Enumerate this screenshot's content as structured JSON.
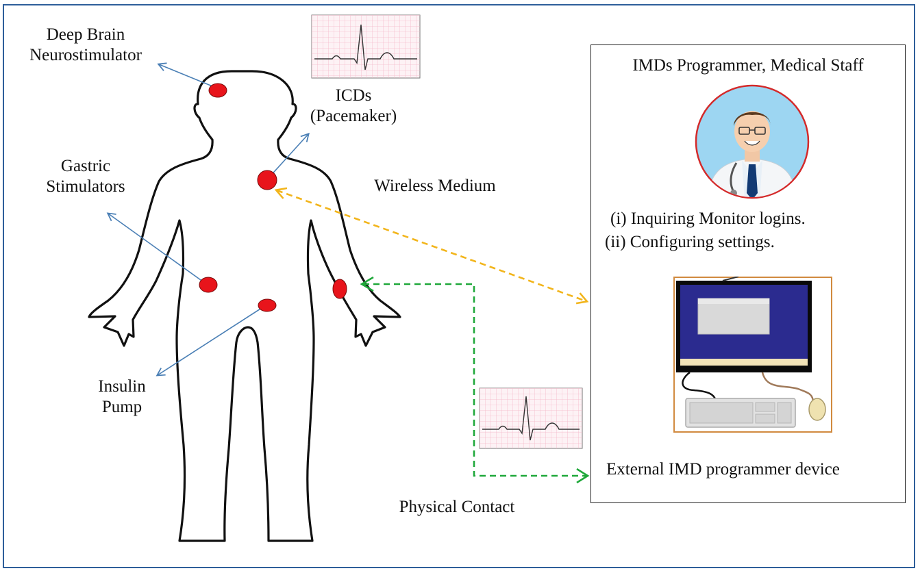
{
  "implants": {
    "brain": "Deep Brain Neurostimulator",
    "brain_line1": "Deep Brain",
    "brain_line2": "Neurostimulator",
    "icd_line1": "ICDs",
    "icd_line2": "(Pacemaker)",
    "gastric_line1": "Gastric",
    "gastric_line2": "Stimulators",
    "insulin_line1": "Insulin",
    "insulin_line2": "Pump"
  },
  "links": {
    "wireless": "Wireless Medium",
    "physical": "Physical Contact"
  },
  "programmer_panel": {
    "title": "IMDs Programmer, Medical Staff",
    "task1": "(i) Inquiring Monitor logins.",
    "task2": "(ii) Configuring settings.",
    "device_caption": "External IMD programmer device"
  },
  "colors": {
    "implant_dot": "#e8141b",
    "arrow_blue": "#4a7fb5",
    "wireless_yellow": "#f2b51c",
    "physical_green": "#1fa83a",
    "frame_blue": "#2e5e9a",
    "ecg_grid": "#f4b8c8"
  },
  "icons": {
    "doctor": "doctor-avatar-icon",
    "computer": "desktop-computer-icon",
    "ecg": "ecg-waveform-icon"
  }
}
